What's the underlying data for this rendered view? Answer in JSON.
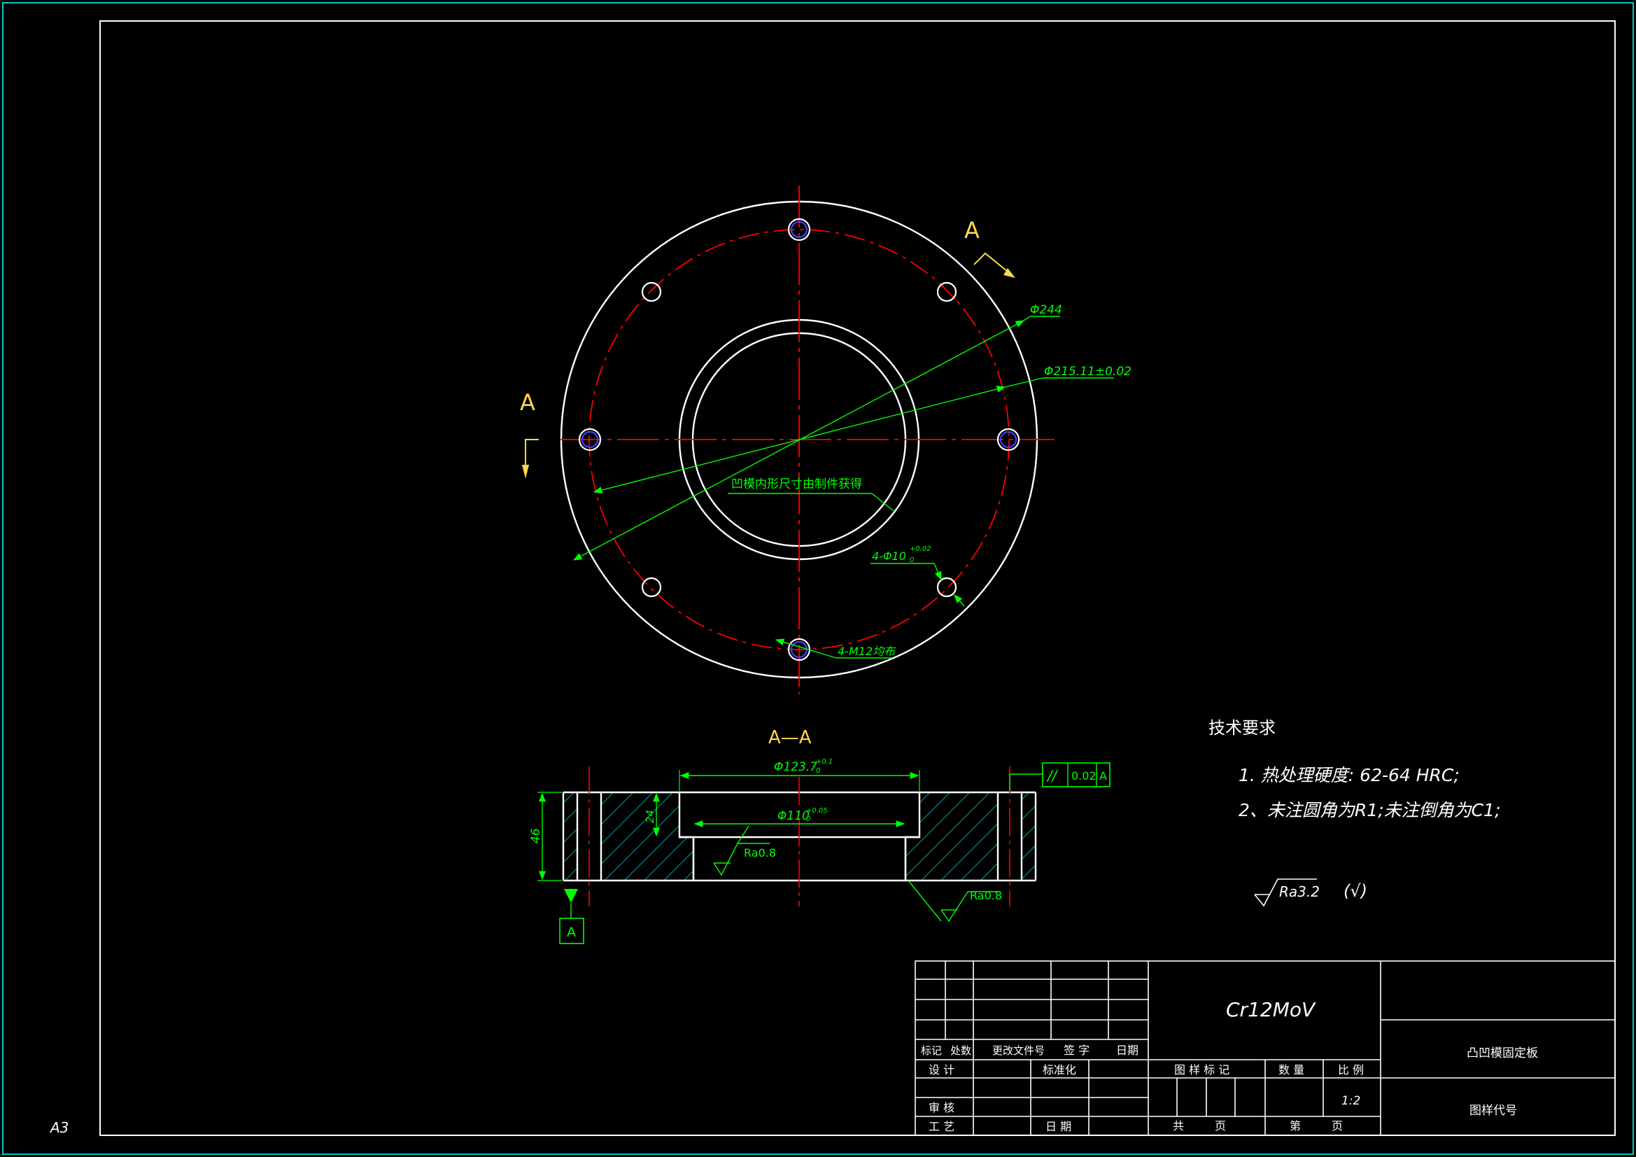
{
  "colors": {
    "background": "#000000",
    "frame": "#ffffff",
    "outer_border": "#00c8c8",
    "geometry": "#ffffff",
    "centerline": "#ff0000",
    "dimension": "#00ff00",
    "hatch": "#00cccc",
    "label_yellow": "#ffd84d",
    "hole": "#4040ff"
  },
  "sheet": {
    "size_label": "A3"
  },
  "plan_view": {
    "section_mark": "A",
    "section_mark_left": "A",
    "dim_outer_diameter": "Φ244",
    "dim_bolt_circle": "Φ215.11±0.02",
    "note_inner": "凹模内形尺寸由制件获得",
    "dim_pin_holes": "4-Φ10",
    "dim_pin_holes_tol_upper": "+0.02",
    "dim_pin_holes_tol_lower": "0",
    "dim_threaded_holes": "4-M12均布"
  },
  "section_view": {
    "title": "A—A",
    "dim_counterbore": "Φ123.7",
    "dim_counterbore_tol_upper": "+0.1",
    "dim_counterbore_tol_lower": "0",
    "dim_bore": "Φ110",
    "dim_bore_tol_upper": "+0.05",
    "dim_bore_tol_lower": "0",
    "dim_height": "46",
    "dim_step_depth": "24",
    "roughness_1": "Ra0.8",
    "roughness_2": "Ra0.8",
    "datum_label": "A",
    "tolerance_symbol": "//",
    "tolerance_value": "0.02",
    "tolerance_datum": "A"
  },
  "tech_requirements": {
    "title": "技术要求",
    "item_1": "1. 热处理硬度: 62-64 HRC;",
    "item_2": "2、未注圆角为R1;未注倒角为C1;",
    "general_roughness": "Ra3.2",
    "general_roughness_suffix": "(√)"
  },
  "title_block": {
    "material": "Cr12MoV",
    "part_name": "凸凹模固定板",
    "drawing_code_label": "图样代号",
    "header_mark": "标记",
    "header_count": "处数",
    "header_change_doc": "更改文件号",
    "header_signature": "签 字",
    "header_date": "日期",
    "row_design": "设 计",
    "row_standardization": "标准化",
    "row_review": "审 核",
    "row_process": "工 艺",
    "row_date": "日 期",
    "col_drawing_mark": "图 样 标 记",
    "col_quantity": "数 量",
    "col_scale": "比 例",
    "scale_value": "1:2",
    "sheet_total": "共",
    "sheet_page": "页",
    "sheet_no": "第",
    "sheet_page2": "页"
  }
}
